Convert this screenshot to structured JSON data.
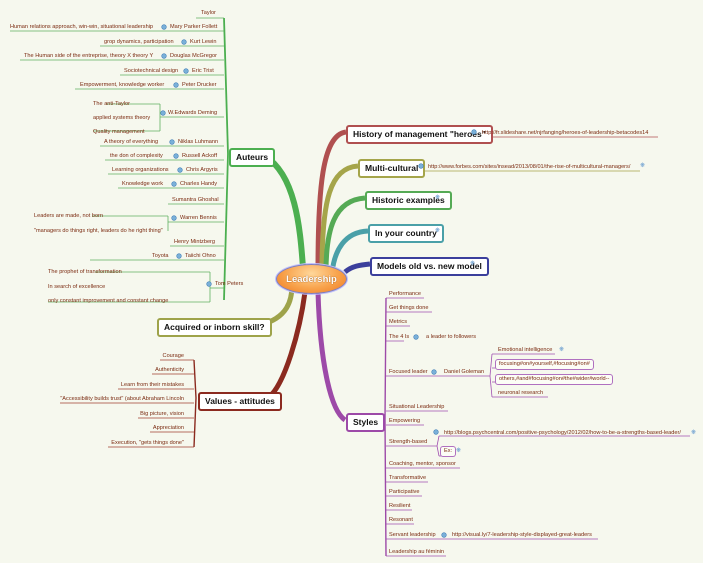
{
  "center": "Leadership",
  "auteurs": {
    "title": "Auteurs",
    "items": [
      {
        "author": "Taylor",
        "desc": ""
      },
      {
        "author": "Mary Parker Follett",
        "desc": "Human relations approach, win-win, situational leadership"
      },
      {
        "author": "Kurt Lewin",
        "desc": "grop dynamics, participation"
      },
      {
        "author": "Douglas McGregor",
        "desc": "The Human side of the entreprise, theory X theory Y"
      },
      {
        "author": "Eric Trist",
        "desc": "Sociotechnical design"
      },
      {
        "author": "Peter Drucker",
        "desc": "Empowerment, knowledge worker"
      },
      {
        "author": "W.Edwards Deming",
        "desc": "The anti-Taylor | applied systems theory | Quality management"
      },
      {
        "author": "Niklas Luhmann",
        "desc": "A theory of everything"
      },
      {
        "author": "Russell Ackoff",
        "desc": "the don of complexity"
      },
      {
        "author": "Chris Argyris",
        "desc": "Learning organizations"
      },
      {
        "author": "Charles Handy",
        "desc": "Knowledge work"
      },
      {
        "author": "Sumantra Ghoshal",
        "desc": ""
      },
      {
        "author": "Warren Bennis",
        "desc": "Leaders are made, not born | \"managers do things right, leaders do he right thing\""
      },
      {
        "author": "Henry Mintzberg",
        "desc": ""
      },
      {
        "author": "Taiichi Ohno",
        "desc": "Toyota"
      },
      {
        "author": "Tom Peters",
        "desc": "The prophet of transformation | In search of excellence | only constant improvement and constant change"
      }
    ]
  },
  "acquired": "Acquired or inborn skill?",
  "values": {
    "title": "Values - attitudes",
    "items": [
      "Courage",
      "Authenticity",
      "Learn from their mistakes",
      "\"Accessibility builds trust\" (about Abraham Lincoln",
      "Big picture, vision",
      "Appreciation",
      "Execution, \"gets things done\""
    ]
  },
  "history": {
    "title": "History of management \"heroes\"",
    "link": "http://fr.slideshare.net/njrfanging/heroes-of-leadership-betacodes14"
  },
  "multicultural": {
    "title": "Multi-cultural",
    "link": "http://www.forbes.com/sites/insead/2013/08/01/the-rise-of-multicultural-managers/"
  },
  "historic": "Historic examples",
  "country": "In your country",
  "models": "Models old vs. new model",
  "styles": {
    "title": "Styles",
    "items": [
      "Performance",
      "Get things done",
      "Metrics",
      "The 4 Is",
      "Focused leader",
      "Situational Leadership",
      "Empowering",
      "Strength-based",
      "Coaching, mentor, sponsor",
      "Transformative",
      "Participative",
      "Resilient",
      "Resonant",
      "Servant leadership",
      "Leadership au féminin"
    ],
    "four_is_note": "a leader to followers",
    "goleman": "Daniel Goleman",
    "goleman_items": [
      "Emotional intelligence",
      "focusing#on#yourself,#focusing#on#",
      "others,#and#focusing#on#the#wider#world--",
      "neuronal research"
    ],
    "strength_link": "http://blogs.psychcentral.com/positive-psychology/2012/02/how-to-be-a-strengths-based-leader/",
    "strength_sub": "Ex:",
    "servant_link": "http://visual.ly/7-leadership-style-displayed-great-leaders"
  },
  "colors": {
    "auteurs": "#4caf50",
    "acquired": "#9ea34a",
    "values": "#8b2a1f",
    "history": "#b05050",
    "multi": "#a5a54a",
    "historic": "#55aa55",
    "country": "#4aa0a8",
    "models": "#3b3f9c",
    "styles": "#9d4aa8"
  }
}
